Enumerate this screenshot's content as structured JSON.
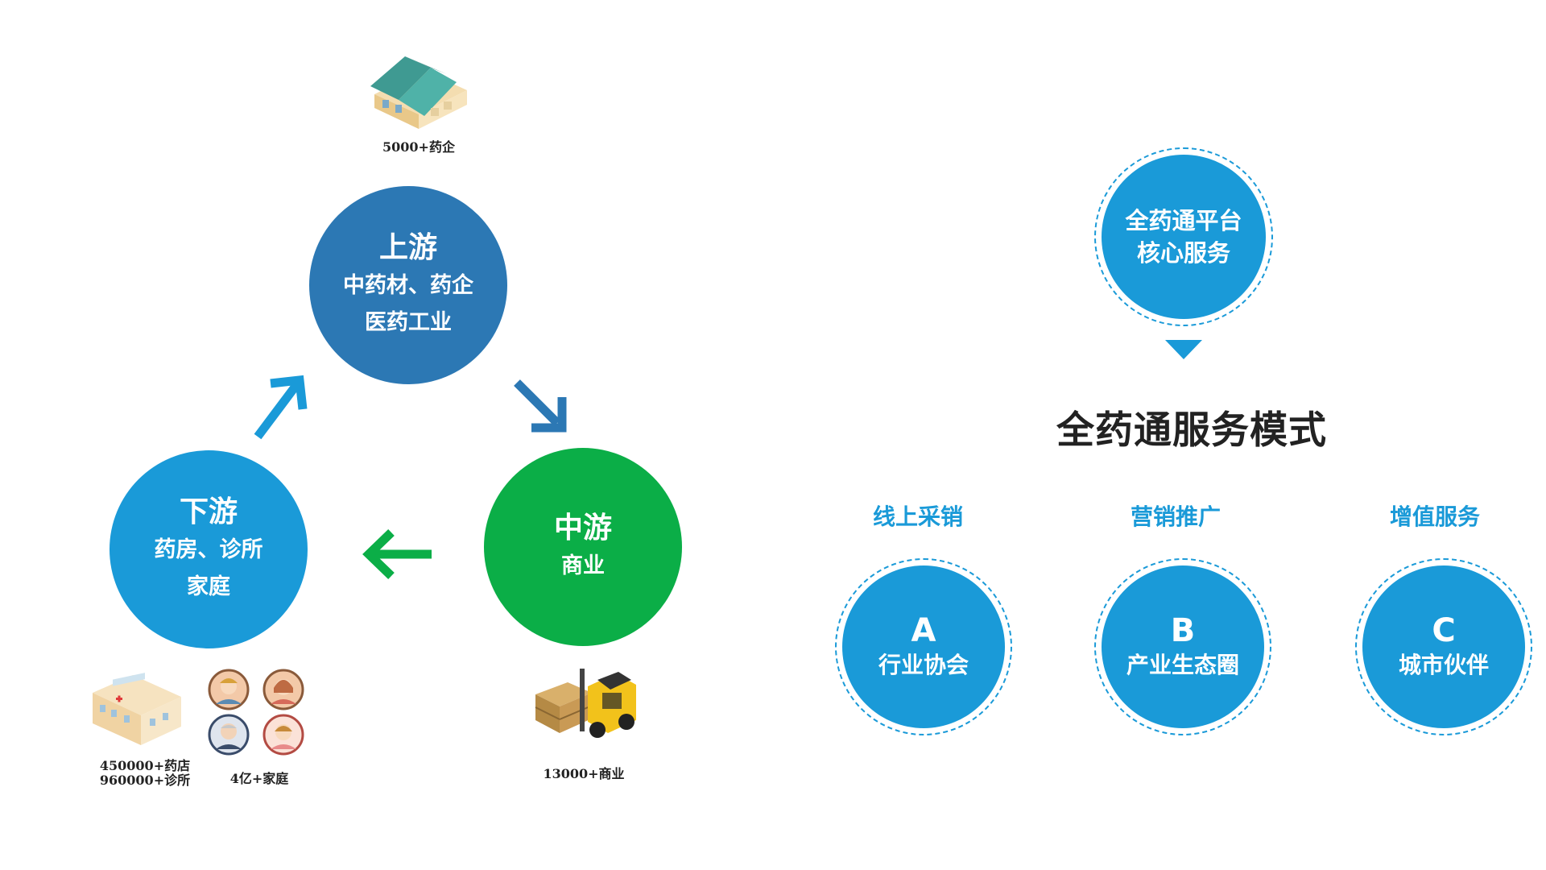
{
  "cycle": {
    "upstream": {
      "title": "上游",
      "line1": "中药材、药企",
      "line2": "医药工业",
      "caption": "5000+药企"
    },
    "midstream": {
      "title": "中游",
      "line1": "商业",
      "caption": "13000+商业"
    },
    "downstream": {
      "title": "下游",
      "line1": "药房、诊所",
      "line2": "家庭",
      "caption_pharmacy_1": "450000+药店",
      "caption_pharmacy_2": "960000+诊所",
      "caption_family": "4亿+家庭"
    }
  },
  "service": {
    "core_line1": "全药通平台",
    "core_line2": "核心服务",
    "heading": "全药通服务模式",
    "items": [
      {
        "label": "线上采销",
        "letter": "A",
        "name": "行业协会"
      },
      {
        "label": "营销推广",
        "letter": "B",
        "name": "产业生态圈"
      },
      {
        "label": "增值服务",
        "letter": "C",
        "name": "城市伙伴"
      }
    ]
  },
  "colors": {
    "upstream": "#2c78b4",
    "downstream": "#1a9ad8",
    "midstream": "#0bae47",
    "accent": "#1a9ad8"
  }
}
